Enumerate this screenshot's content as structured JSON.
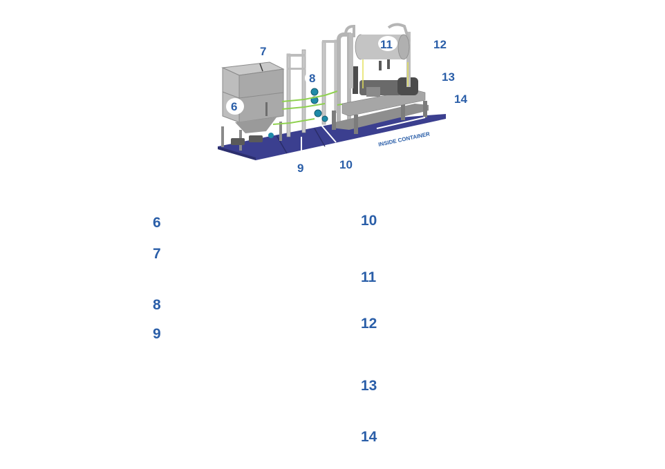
{
  "diagram": {
    "container_label": "INSIDE CONTAINER",
    "callouts": [
      "6",
      "7",
      "8",
      "9",
      "10",
      "11",
      "12",
      "13",
      "14"
    ]
  },
  "legend": {
    "left": [
      "6",
      "7",
      "8",
      "9"
    ],
    "right": [
      "10",
      "11",
      "12",
      "13",
      "14"
    ]
  },
  "colors": {
    "label": "#2a5ea8",
    "floor": "#3b3f8f",
    "frame": "#9a9a9a",
    "pipe": "#8fd14f",
    "pump": "#1f8aa8"
  }
}
